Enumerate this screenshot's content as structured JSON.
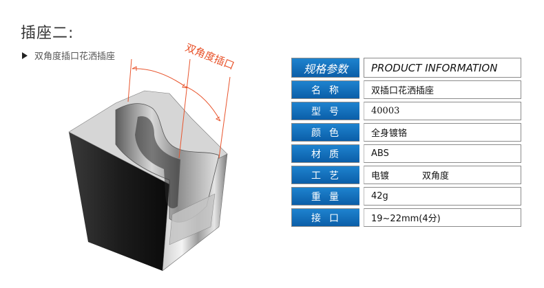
{
  "page_title": "插座二:",
  "subtitle": "双角度插口花洒插座",
  "annotation": "双角度插口",
  "colors": {
    "accent_blue": "#0b5ea8",
    "annotation_red": "#e8532b"
  },
  "spec": {
    "header_key": "规格参数",
    "header_value": "PRODUCT INFORMATION",
    "rows": [
      {
        "key": "名称",
        "value": "双插口花洒插座"
      },
      {
        "key": "型号",
        "value": "40003"
      },
      {
        "key": "颜色",
        "value": "全身镀铬"
      },
      {
        "key": "材质",
        "value": "ABS"
      },
      {
        "key": "工艺",
        "value": "电镀",
        "extra": "双角度"
      },
      {
        "key": "重量",
        "value": "42g"
      },
      {
        "key": "接口",
        "value": "19~22mm(4分)"
      }
    ]
  }
}
